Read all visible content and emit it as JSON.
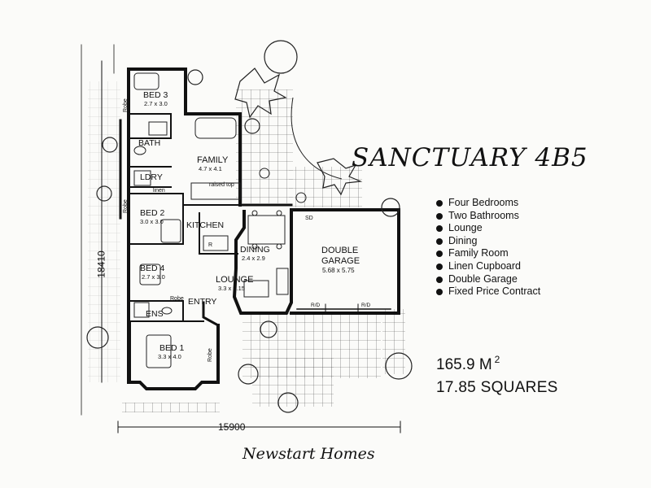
{
  "plan": {
    "title": "SANCTUARY 4B5",
    "features": [
      "Four Bedrooms",
      "Two Bathrooms",
      "Lounge",
      "Dining",
      "Family Room",
      "Linen Cupboard",
      "Double Garage",
      "Fixed Price Contract"
    ],
    "area_m2_value": "165.9 M",
    "area_m2_sup": "2",
    "area_squares": "17.85 SQUARES",
    "brand": "Newstart Homes",
    "width_dim": "15900",
    "depth_dim": "18410"
  },
  "rooms": {
    "bed3": "BED 3",
    "bed3_size": "2.7 x 3.0",
    "bath": "BATH",
    "ldry": "LDRY",
    "linen": "linen",
    "family": "FAMILY",
    "family_size": "4.7 x 4.1",
    "raised_top": "raised top",
    "bed2": "BED 2",
    "bed2_size": "3.0 x 3.0",
    "kitchen": "KITCHEN",
    "dining": "DINING",
    "dining_size": "2.4 x 2.9",
    "garage_1": "DOUBLE",
    "garage_2": "GARAGE",
    "garage_size": "5.68 x 5.75",
    "bed4": "BED 4",
    "bed4_size": "2.7 x 3.0",
    "ens": "ENS",
    "entry": "ENTRY",
    "lounge": "LOUNGE",
    "lounge_size": "3.3 x 5.15",
    "bed1": "BED 1",
    "bed1_size": "3.3 x 4.0",
    "robe": "Robe",
    "sd": "SD",
    "rd": "R/D",
    "r": "R"
  }
}
